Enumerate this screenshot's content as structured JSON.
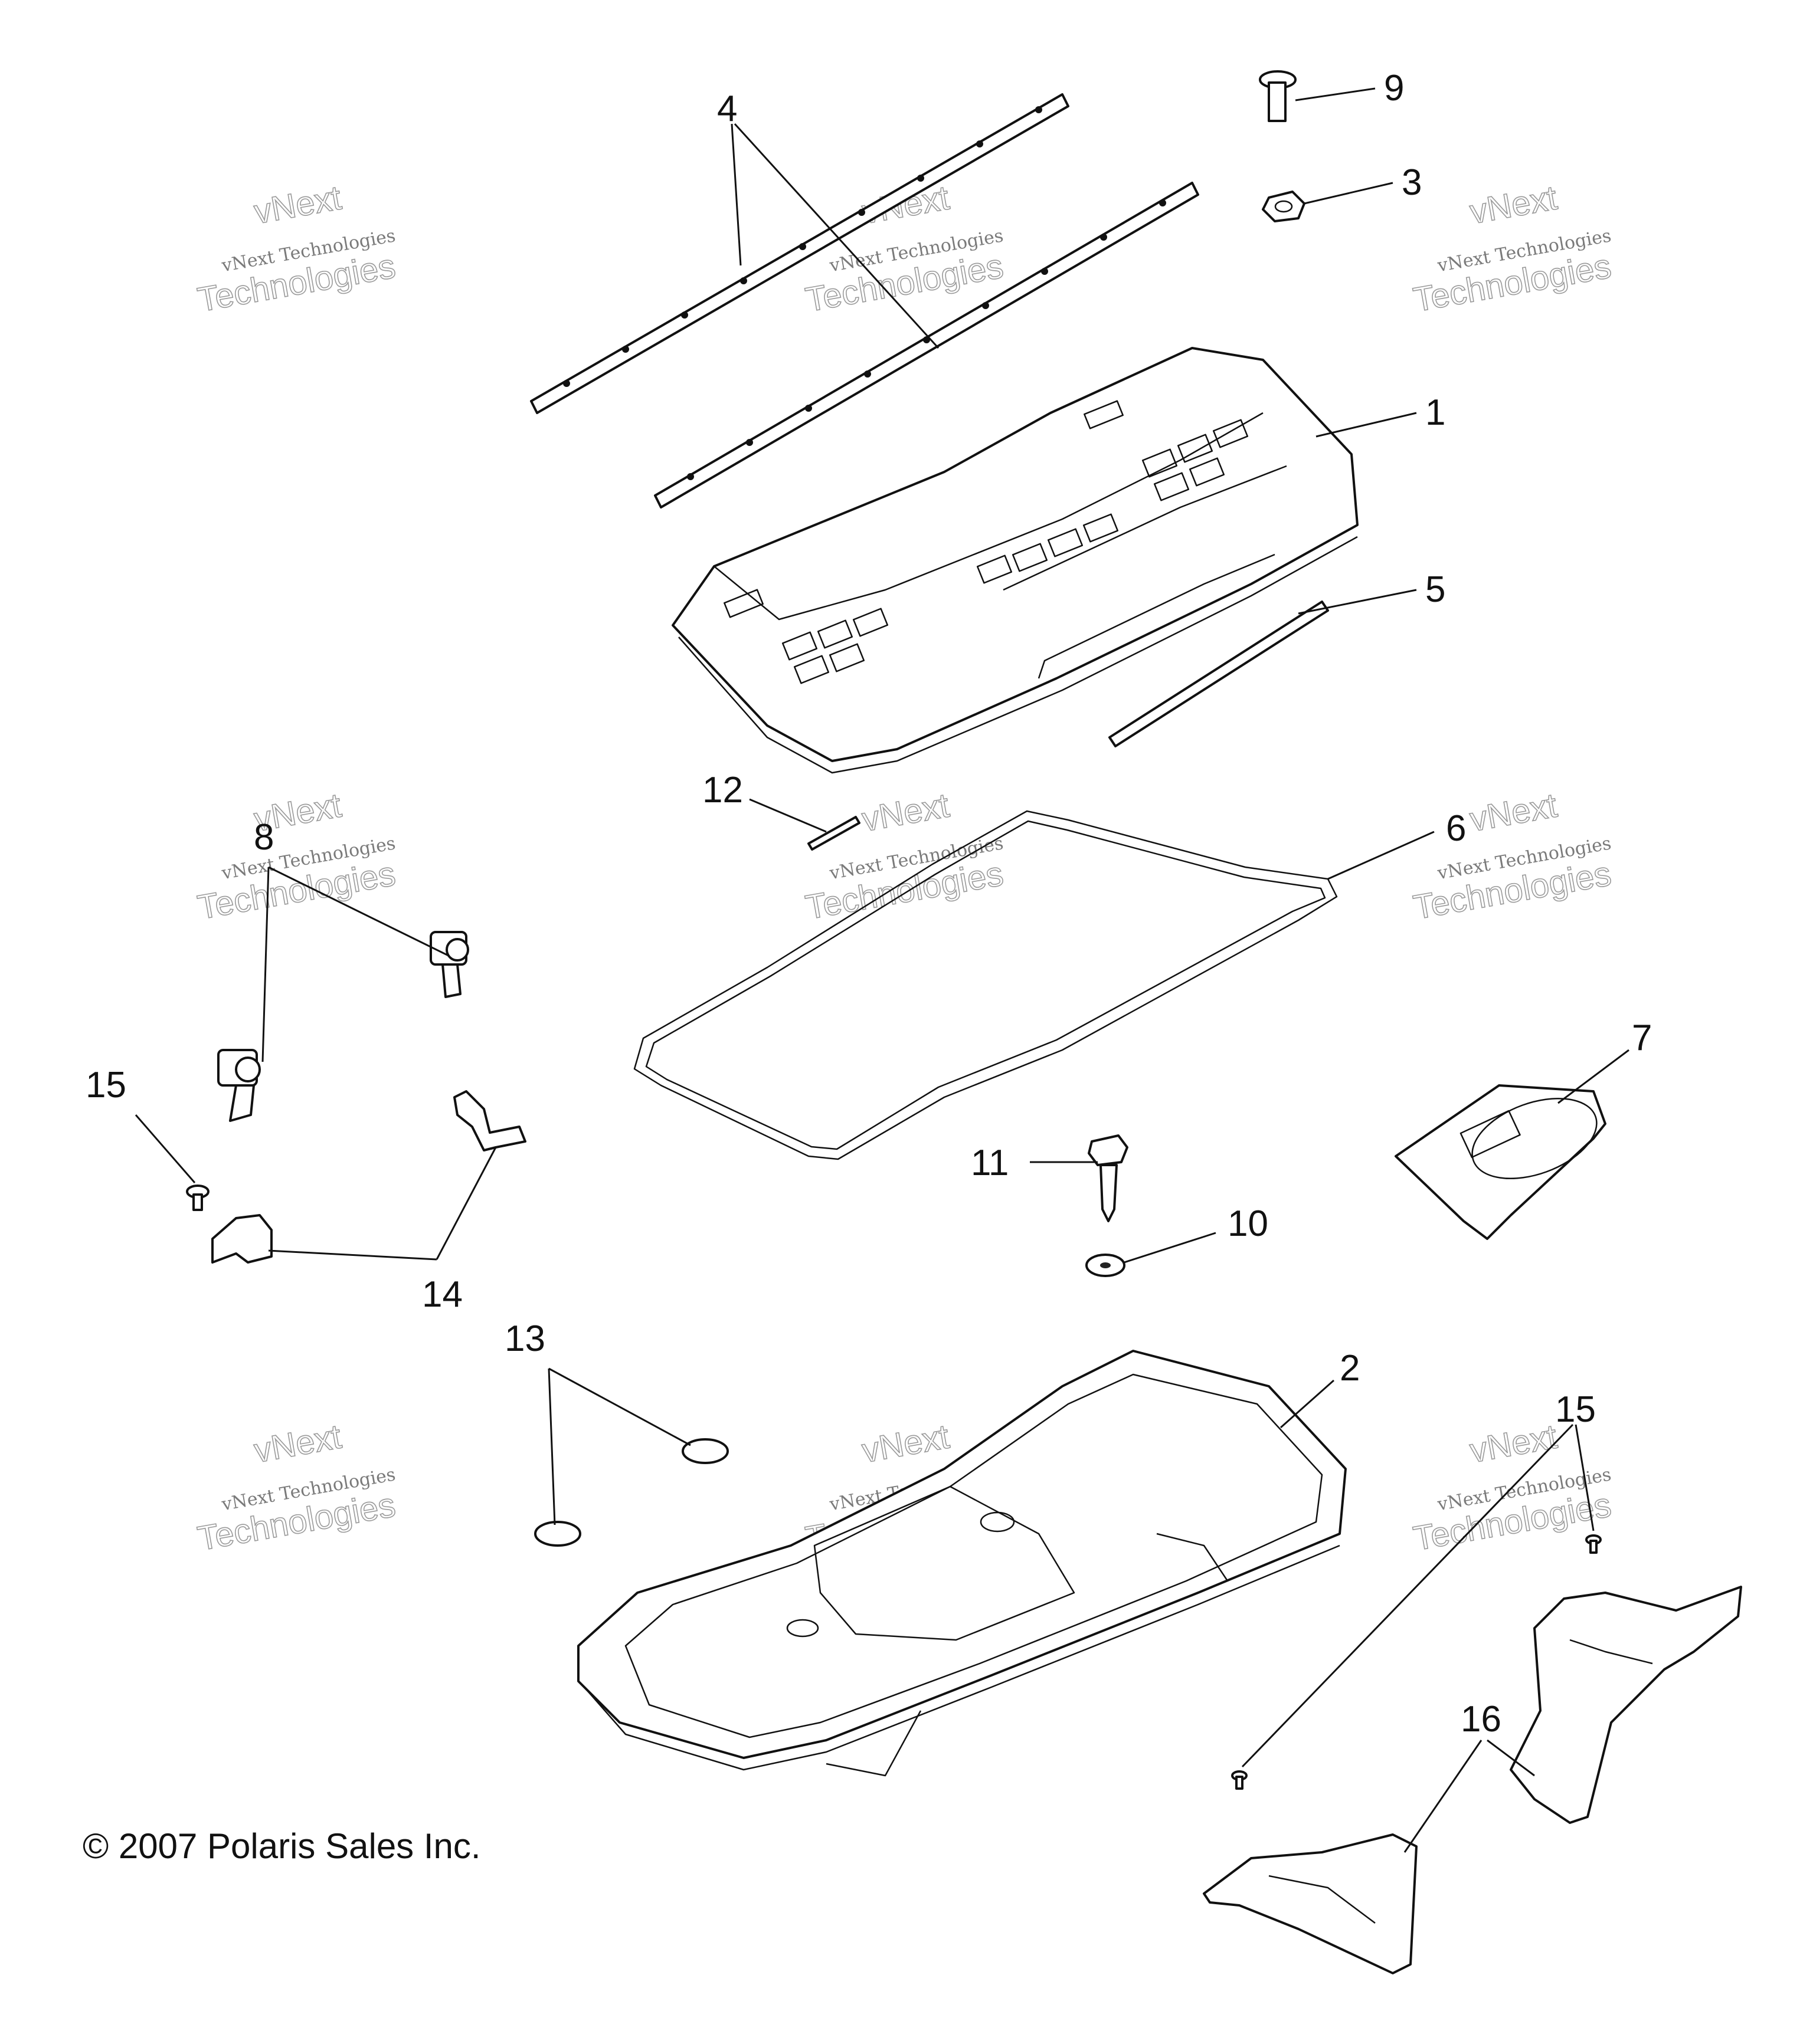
{
  "callouts": {
    "c1": "1",
    "c2": "2",
    "c3": "3",
    "c4": "4",
    "c5": "5",
    "c6": "6",
    "c7": "7",
    "c8": "8",
    "c9": "9",
    "c10": "10",
    "c11": "11",
    "c12": "12",
    "c13": "13",
    "c14": "14",
    "c15a": "15",
    "c15b": "15",
    "c16": "16"
  },
  "watermark": {
    "line1": "vNext Technologies",
    "line2": "vNext",
    "line3": "Technologies"
  },
  "copyright": "© 2007 Polaris Sales Inc."
}
